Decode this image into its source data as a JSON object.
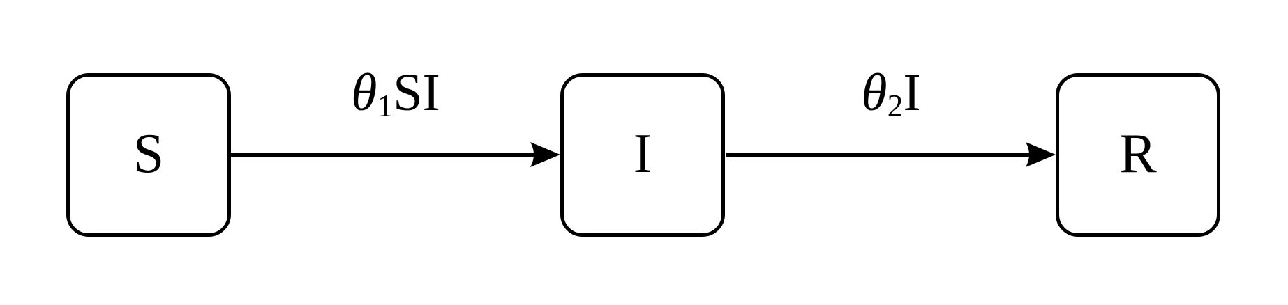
{
  "diagram": {
    "type": "compartmental-flow",
    "description": "SIR model flow diagram",
    "background_color": "#ffffff",
    "stroke_color": "#000000",
    "text_color": "#000000",
    "nodes": [
      {
        "id": "S",
        "label": "S"
      },
      {
        "id": "I",
        "label": "I"
      },
      {
        "id": "R",
        "label": "R"
      }
    ],
    "edges": [
      {
        "from": "S",
        "to": "I",
        "rate_theta": "θ",
        "rate_subscript": "1",
        "rate_rest": "SI"
      },
      {
        "from": "I",
        "to": "R",
        "rate_theta": "θ",
        "rate_subscript": "2",
        "rate_rest": "I"
      }
    ]
  }
}
